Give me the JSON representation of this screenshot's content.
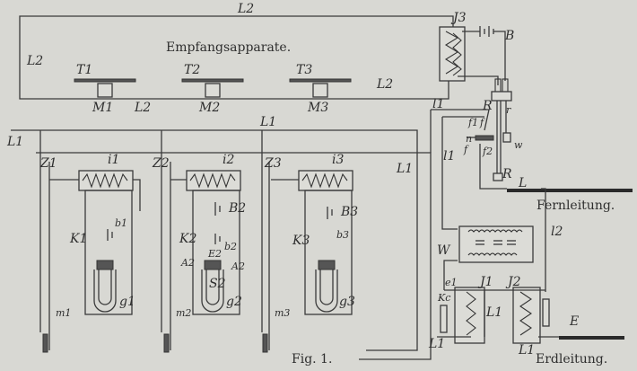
{
  "figure": {
    "caption": "Fig. 1.",
    "receivers_title": "Empfangsapparate.",
    "long_line_label": "Fernleitung.",
    "earth_line_label": "Erdleitung."
  },
  "labels": {
    "L2_top": "L2",
    "L2_left": "L2",
    "L2_mid": "L2",
    "L2_right": "L2",
    "J3": "J3",
    "B": "B",
    "T1": "T1",
    "T2": "T2",
    "T3": "T3",
    "M1": "M1",
    "M2": "M2",
    "M3": "M3",
    "L1_top": "L1",
    "L1_left": "L1",
    "L1_unit": "L1",
    "l1_top": "l1",
    "l1_side": "l1",
    "R_top": "R",
    "r": "r",
    "f1": "f1",
    "f_a": "f",
    "n": "n",
    "f_b": "f",
    "f2": "f2",
    "w": "w",
    "R_bottom": "R",
    "L": "L",
    "Z1": "Z1",
    "Z2": "Z2",
    "Z3": "Z3",
    "i1": "i1",
    "i2": "i2",
    "i3": "i3",
    "B2": "B2",
    "B3": "B3",
    "b1": "b1",
    "b2": "b2",
    "b3": "b3",
    "K1": "K1",
    "K2": "K2",
    "K3": "K3",
    "A2_left": "A2",
    "A2_right": "A2",
    "E2": "E2",
    "S2": "S2",
    "g1": "g1",
    "g2": "g2",
    "g3": "g3",
    "m1": "m1",
    "m2": "m2",
    "m3": "m3",
    "W": "W",
    "l2": "l2",
    "e1": "e1",
    "Kc": "Kc",
    "J1": "J1",
    "J2": "J2",
    "L1_coil": "L1",
    "L1_bottom": "L1",
    "L1_bottom2": "L1",
    "E": "E"
  }
}
